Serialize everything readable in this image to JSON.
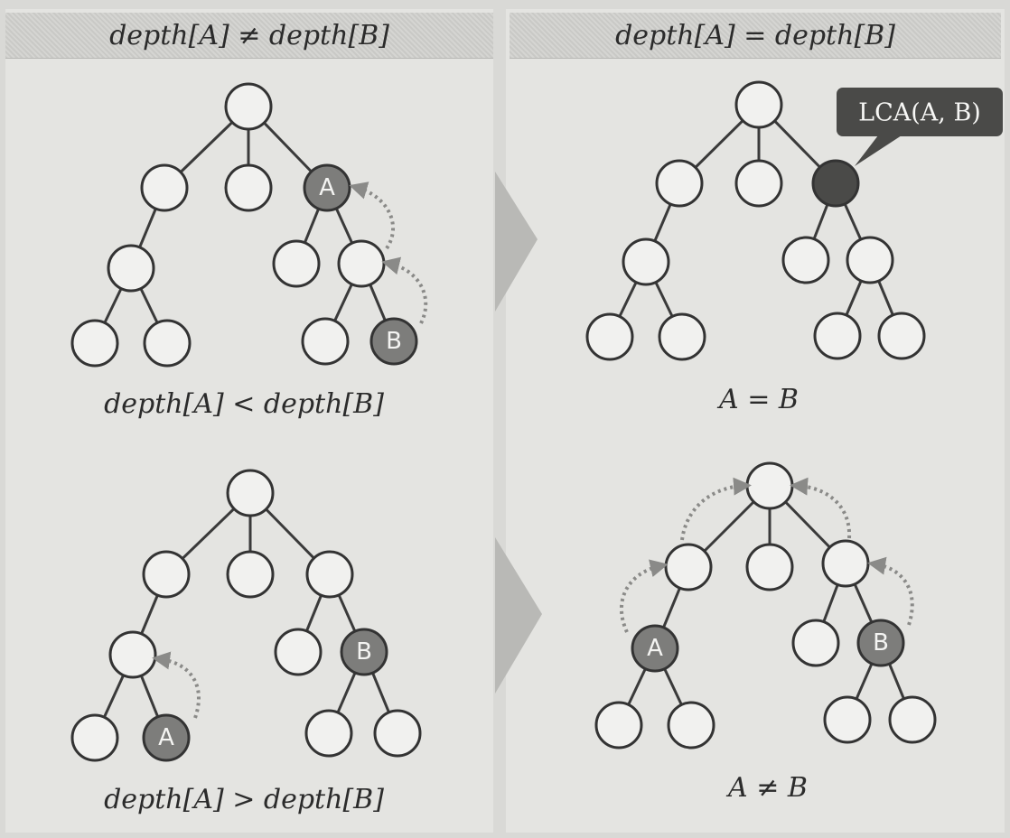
{
  "headers": {
    "left": "depth[A] ≠ depth[B]",
    "right": "depth[A] = depth[B]"
  },
  "captions": {
    "top_left": "depth[A] < depth[B]",
    "bottom_left": "depth[A] > depth[B]",
    "top_right": "A = B",
    "bottom_right": "A ≠ B"
  },
  "callout": "LCA(A, B)",
  "node_labels": {
    "a": "A",
    "b": "B"
  },
  "colors": {
    "highlight_node": "#7d7d7b",
    "lca_node": "#4a4a48",
    "arrow": "#8a8a88"
  }
}
